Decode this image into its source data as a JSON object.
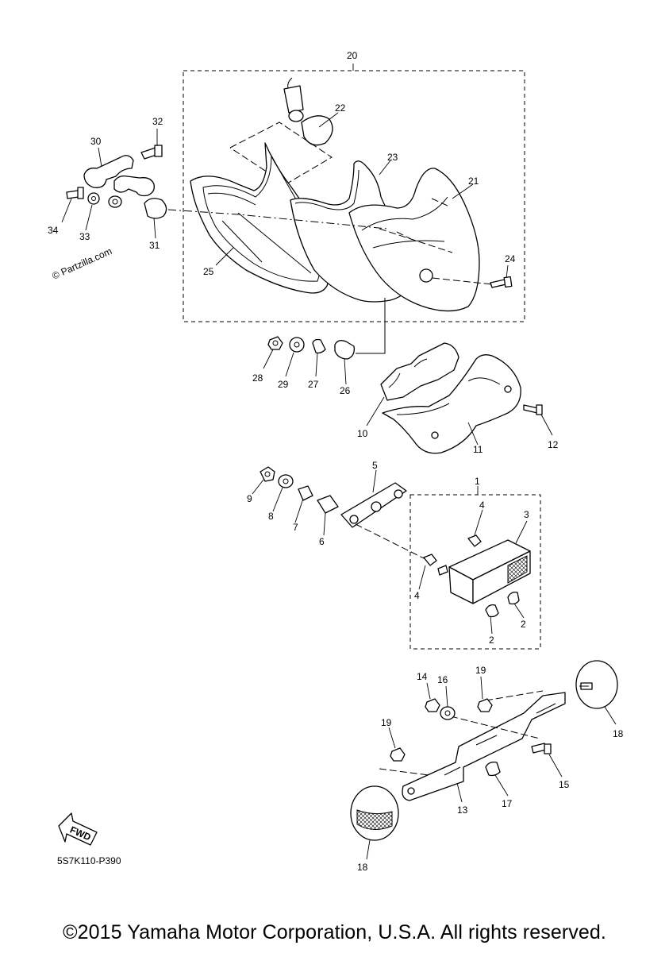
{
  "diagram": {
    "watermark": "© Partzilla.com",
    "direction_label": "FWD",
    "diagram_code": "5S7K110-P390",
    "copyright": "©2015 Yamaha Motor Corporation, U.S.A. All rights reserved."
  },
  "callouts": {
    "c1": "1",
    "c2a": "2",
    "c2b": "2",
    "c3": "3",
    "c4a": "4",
    "c4b": "4",
    "c5": "5",
    "c6": "6",
    "c7": "7",
    "c8": "8",
    "c9": "9",
    "c10": "10",
    "c11": "11",
    "c12": "12",
    "c13": "13",
    "c14": "14",
    "c15": "15",
    "c16": "16",
    "c17": "17",
    "c18a": "18",
    "c18b": "18",
    "c19a": "19",
    "c19b": "19",
    "c20": "20",
    "c21": "21",
    "c22": "22",
    "c23": "23",
    "c24": "24",
    "c25": "25",
    "c26": "26",
    "c27": "27",
    "c28": "28",
    "c29": "29",
    "c30": "30",
    "c31": "31",
    "c32": "32",
    "c33": "33",
    "c34": "34"
  }
}
